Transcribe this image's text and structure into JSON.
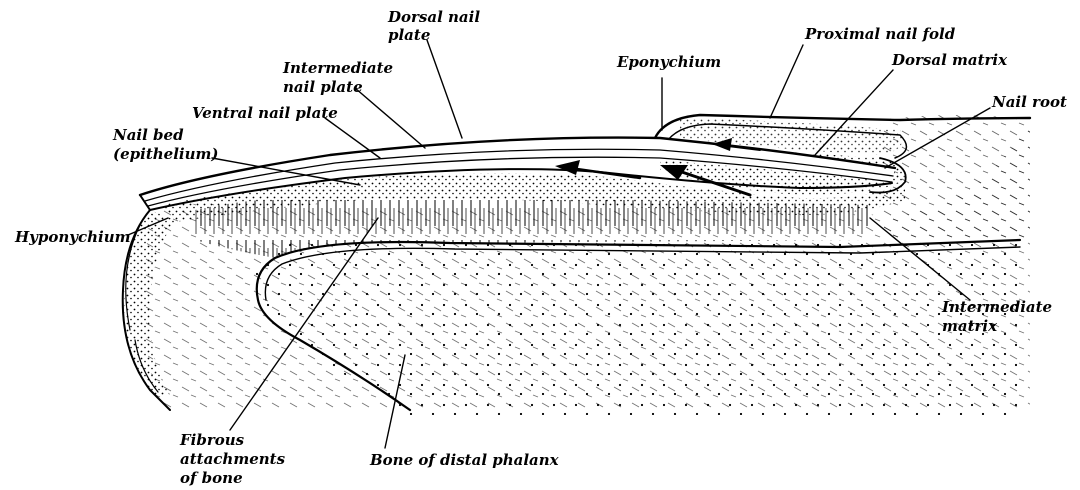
{
  "diagram": {
    "labels": {
      "dorsal_nail_plate": [
        "Dorsal nail",
        "plate"
      ],
      "intermediate_nail_plate": [
        "Intermediate",
        "nail plate"
      ],
      "ventral_nail_plate": [
        "Ventral nail plate"
      ],
      "nail_bed": [
        "Nail bed",
        "(epithelium)"
      ],
      "hyponychium": [
        "Hyponychium"
      ],
      "eponychium": [
        "Eponychium"
      ],
      "proximal_nail_fold": [
        "Proximal nail fold"
      ],
      "dorsal_matrix": [
        "Dorsal matrix"
      ],
      "nail_root": [
        "Nail root"
      ],
      "intermediate_matrix": [
        "Intermediate",
        "matrix"
      ],
      "fibrous_attachments": [
        "Fibrous",
        "attachments",
        "of bone"
      ],
      "bone": [
        "Bone of distal phalanx"
      ]
    },
    "colors": {
      "ink": "#000000",
      "paper": "#ffffff"
    }
  }
}
